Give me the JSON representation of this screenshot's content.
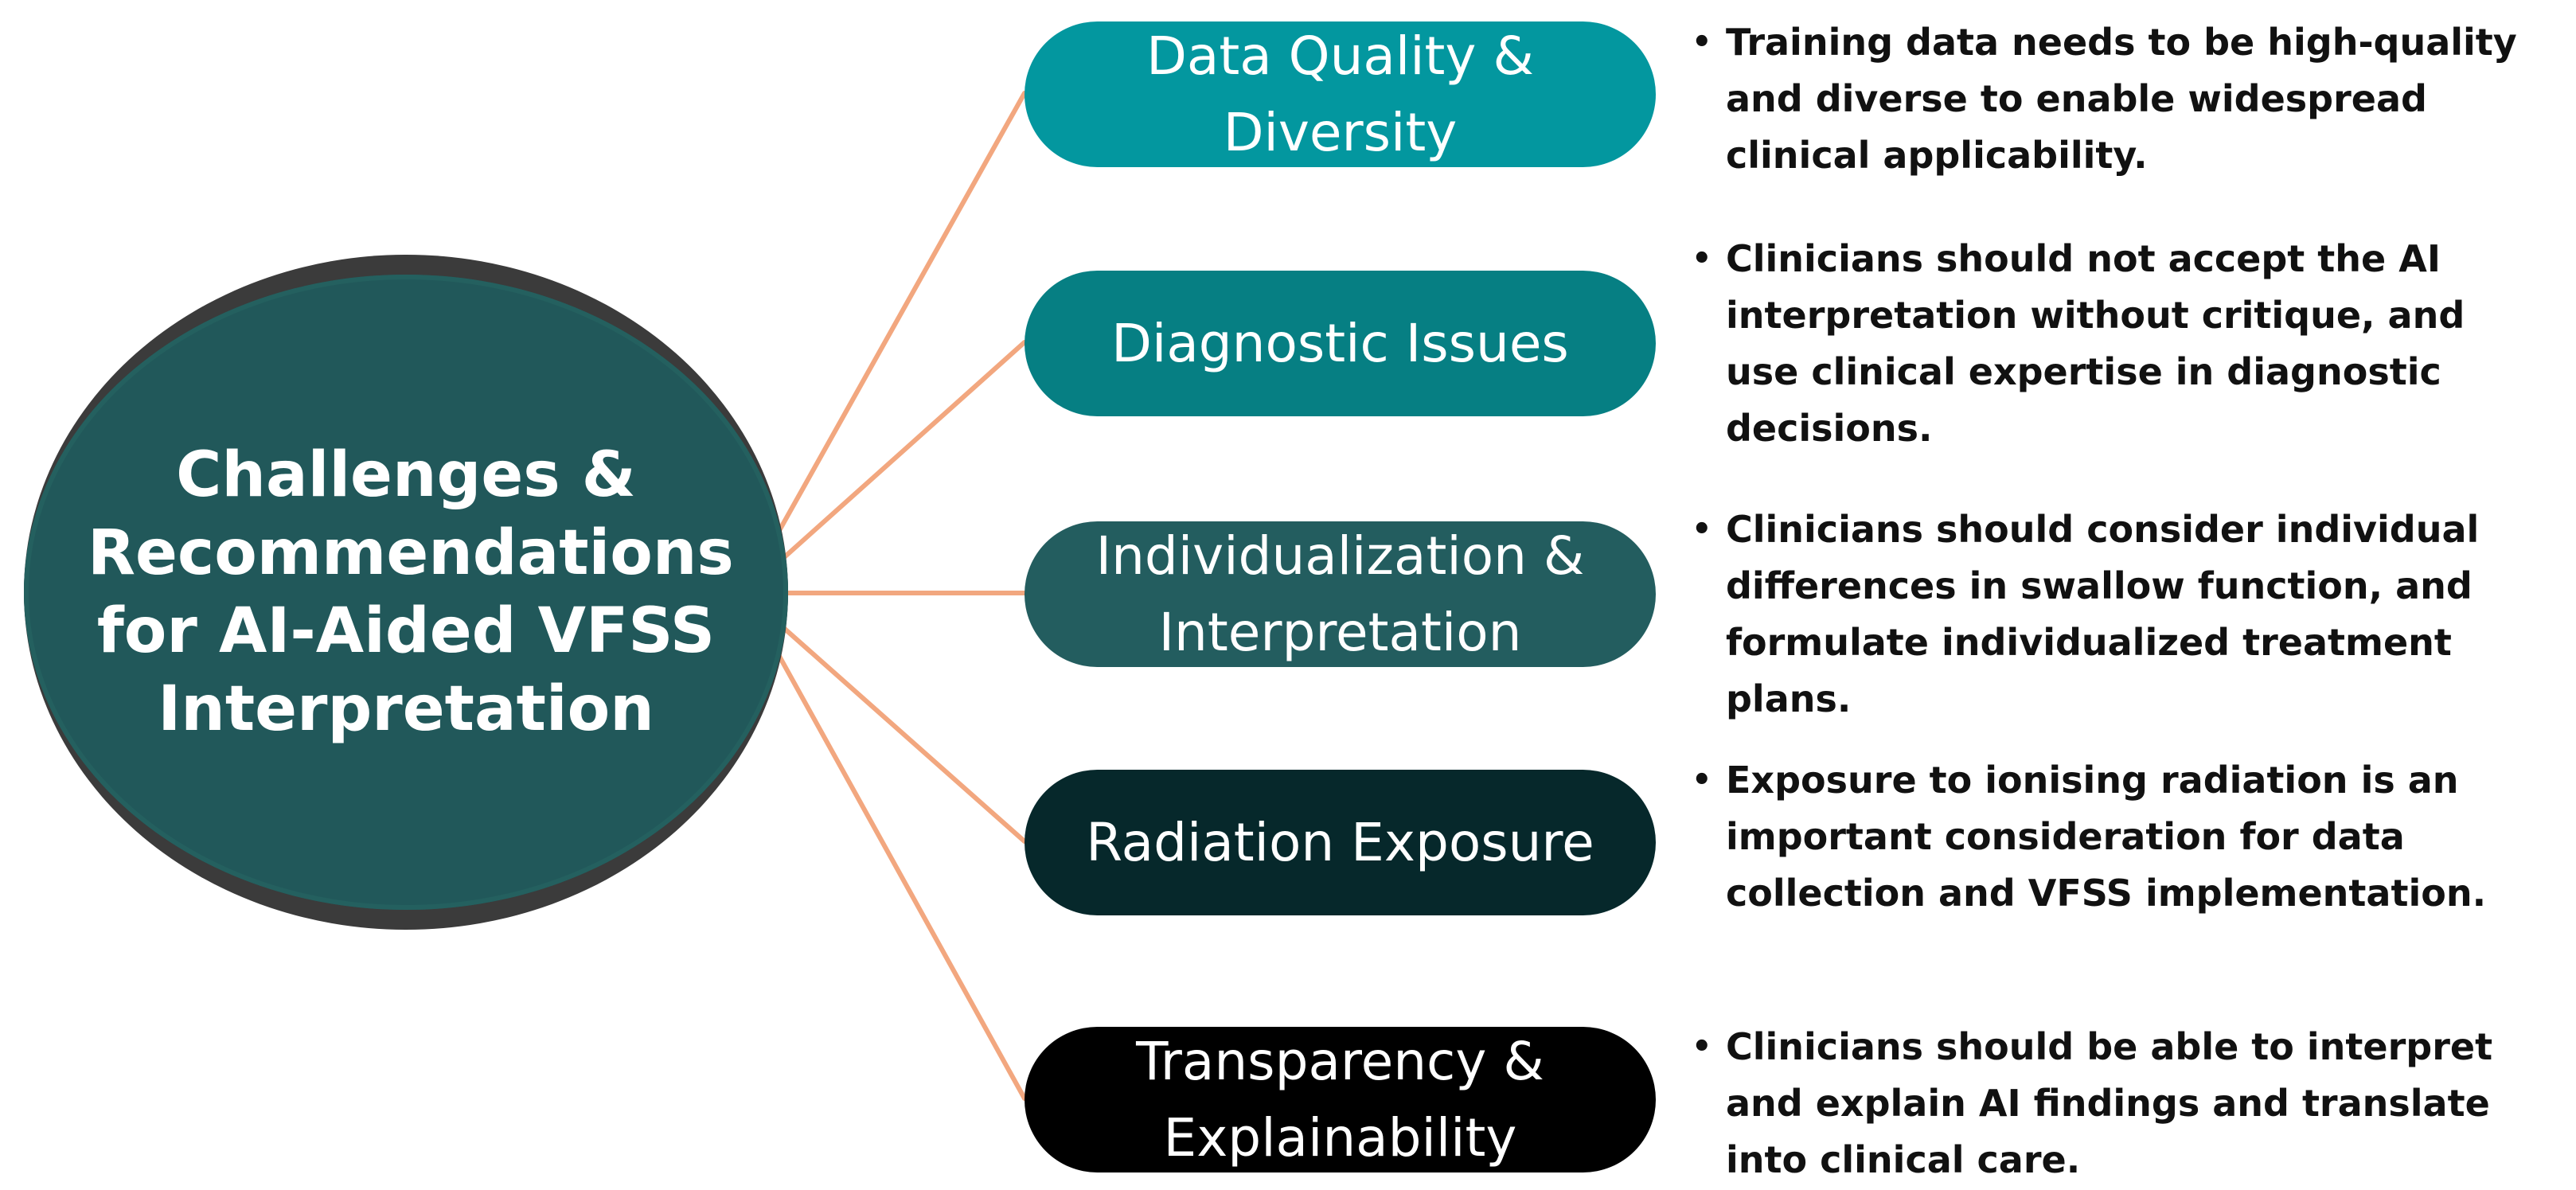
{
  "center": {
    "title": "Challenges &\nRecommendations\nfor AI-Aided VFSS\nInterpretation",
    "color": "#21585a",
    "shadow_color": "#3b3b3b"
  },
  "connector_color": "#f2a77f",
  "bullet_glyph": "•",
  "items": [
    {
      "label": "Data Quality &\nDiversity",
      "color": "#03979f",
      "description": "Training data needs to be high-quality\nand diverse  to enable widespread\nclinical  applicability."
    },
    {
      "label": "Diagnostic Issues",
      "color": "#067f83",
      "description": "Clinicians should not accept the AI\ninterpretation without critique, and\nuse clinical expertise in diagnostic\ndecisions."
    },
    {
      "label": "Individualization &\nInterpretation",
      "color": "#235d5f",
      "description": "Clinicians should consider individual\ndifferences in swallow function, and\nformulate individualized treatment plans."
    },
    {
      "label": "Radiation Exposure",
      "color": "#06282b",
      "description": "Exposure to ionising radiation is an\nimportant consideration for data\ncollection and VFSS implementation."
    },
    {
      "label": "Transparency &\nExplainability",
      "color": "#000000",
      "description": "Clinicians should be able to interpret\nand explain AI findings and translate\ninto clinical care."
    }
  ]
}
